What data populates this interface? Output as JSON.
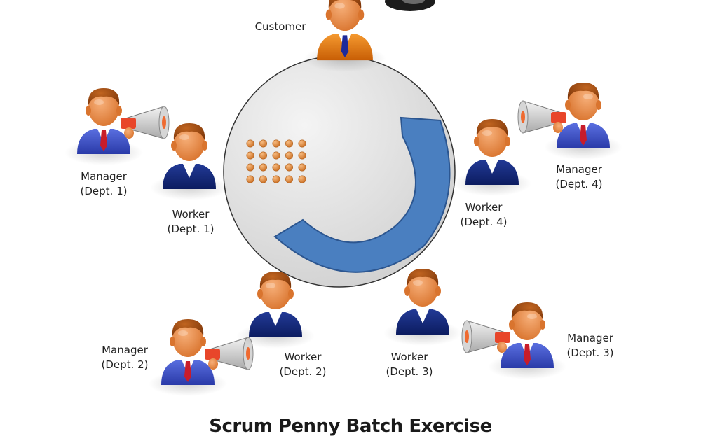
{
  "title": "Scrum Penny Batch Exercise",
  "colors": {
    "manager_suit": "#3a4fc7",
    "worker_suit": "#142a7a",
    "customer_suit": "#e07a10",
    "skin": "#e8924a",
    "hair": "#9a4a12",
    "arrow": "#4a7fc0",
    "coin": "#e08a3a",
    "circle": "#e2e2e2"
  },
  "coins": {
    "rows": 4,
    "cols": 5
  },
  "people": [
    {
      "id": "customer",
      "role": "customer",
      "line1": "Customer",
      "line2": "",
      "icon": "customer-person-icon"
    },
    {
      "id": "manager-dept-1",
      "role": "manager",
      "line1": "Manager",
      "line2": "(Dept. 1)",
      "icon": "manager-megaphone-icon"
    },
    {
      "id": "worker-dept-1",
      "role": "worker",
      "line1": "Worker",
      "line2": "(Dept. 1)",
      "icon": "worker-person-icon"
    },
    {
      "id": "manager-dept-2",
      "role": "manager",
      "line1": "Manager",
      "line2": "(Dept. 2)",
      "icon": "manager-megaphone-icon"
    },
    {
      "id": "worker-dept-2",
      "role": "worker",
      "line1": "Worker",
      "line2": "(Dept. 2)",
      "icon": "worker-person-icon"
    },
    {
      "id": "worker-dept-3",
      "role": "worker",
      "line1": "Worker",
      "line2": "(Dept. 3)",
      "icon": "worker-person-icon"
    },
    {
      "id": "manager-dept-3",
      "role": "manager",
      "line1": "Manager",
      "line2": "(Dept. 3)",
      "icon": "manager-megaphone-icon"
    },
    {
      "id": "worker-dept-4",
      "role": "worker",
      "line1": "Worker",
      "line2": "(Dept. 4)",
      "icon": "worker-person-icon"
    },
    {
      "id": "manager-dept-4",
      "role": "manager",
      "line1": "Manager",
      "line2": "(Dept. 4)",
      "icon": "manager-megaphone-icon"
    }
  ]
}
